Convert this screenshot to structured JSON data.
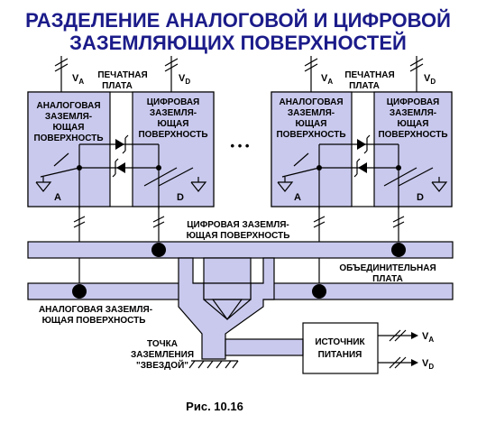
{
  "title": {
    "line1": "РАЗДЕЛЕНИЕ АНАЛОГОВОЙ И ЦИФРОВОЙ",
    "line2": "ЗАЗЕМЛЯЮЩИХ ПОВЕРХНОСТЕЙ"
  },
  "supplies": {
    "va_main": "V",
    "va_sub": "A",
    "vd_main": "V",
    "vd_sub": "D"
  },
  "board_label": {
    "line1": "ПЕЧАТНАЯ",
    "line2": "ПЛАТА"
  },
  "analog_plane": {
    "line1": "АНАЛОГОВАЯ",
    "line2": "ЗАЗЕМЛЯ-",
    "line3": "ЮЩАЯ",
    "line4": "ПОВЕРХНОСТЬ"
  },
  "digital_plane": {
    "line1": "ЦИФРОВАЯ",
    "line2": "ЗАЗЕМЛЯ-",
    "line3": "ЮЩАЯ",
    "line4": "ПОВЕРХНОСТЬ"
  },
  "ground_a": "A",
  "ground_d": "D",
  "ellipsis": "• • •",
  "digital_bus": {
    "line1": "ЦИФРОВАЯ ЗАЗЕМЛЯ-",
    "line2": "ЮЩАЯ ПОВЕРХНОСТЬ"
  },
  "unifying_board": {
    "line1": "ОБЪЕДИНИТЕЛЬНАЯ",
    "line2": "ПЛАТА"
  },
  "analog_bus": {
    "line1": "АНАЛОГОВАЯ ЗАЗЕМЛЯ-",
    "line2": "ЮЩАЯ ПОВЕРХНОСТЬ"
  },
  "star_point": {
    "line1": "ТОЧКА",
    "line2": "ЗАЗЕМЛЕНИЯ",
    "line3": "\"ЗВЕЗДОЙ\""
  },
  "power_supply": {
    "line1": "ИСТОЧНИК",
    "line2": "ПИТАНИЯ"
  },
  "figure_caption": "Рис. 10.16",
  "colors": {
    "title": "#1b1b8a",
    "plane_fill": "#c9c9ee",
    "ink": "#000000"
  }
}
